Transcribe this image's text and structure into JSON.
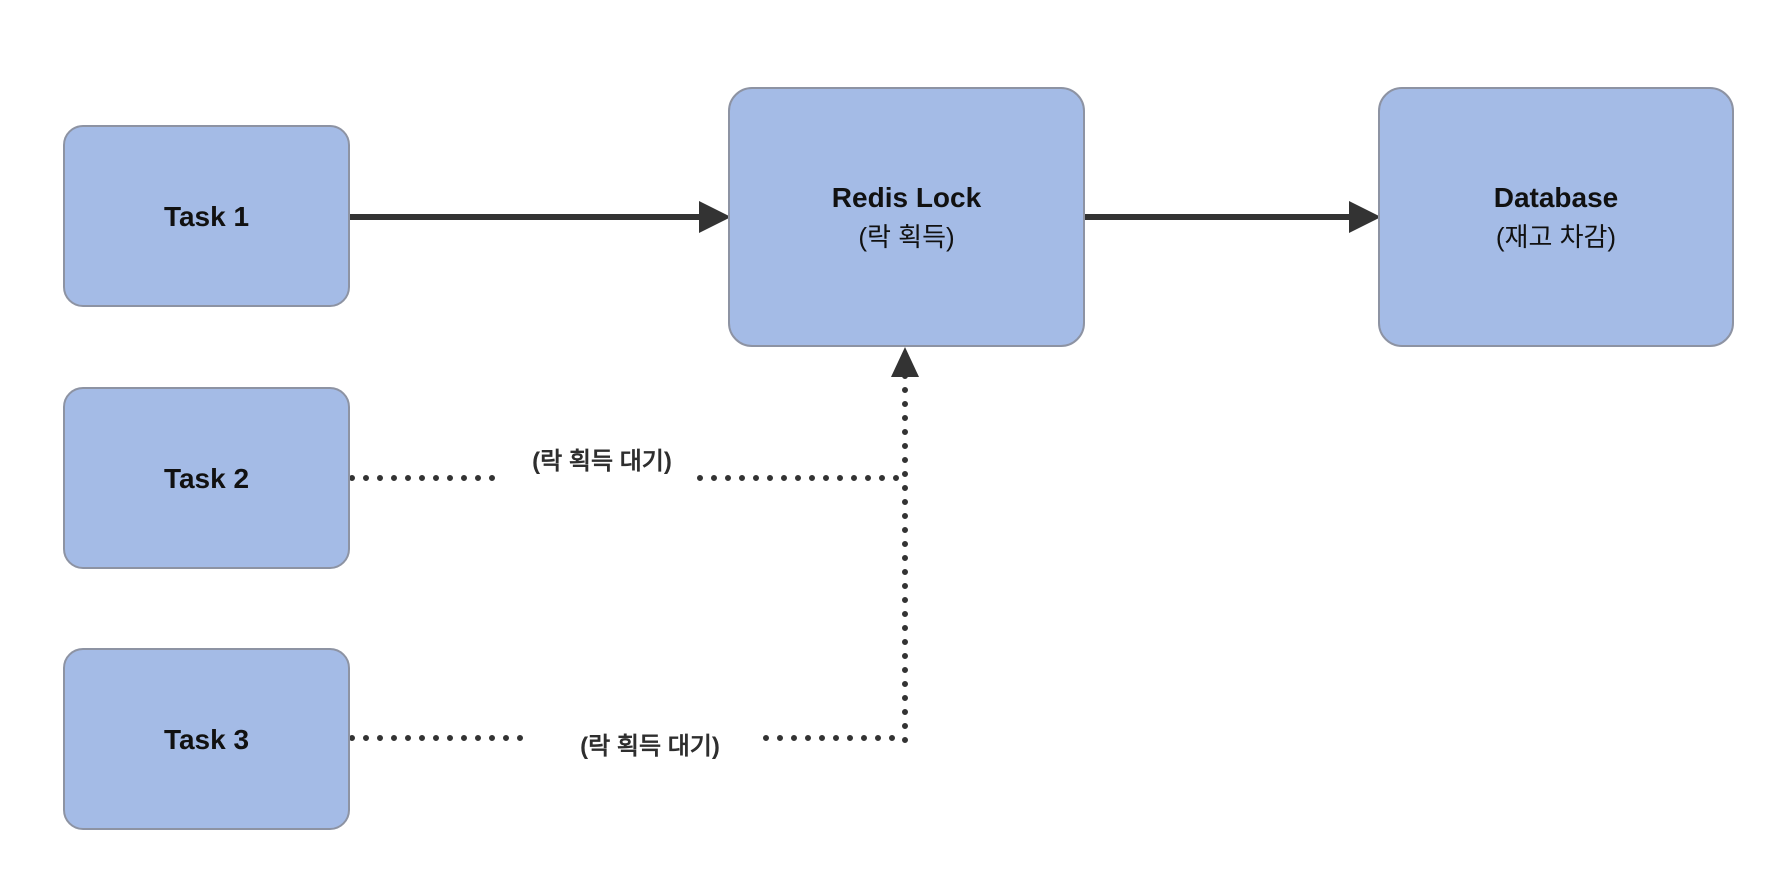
{
  "diagram": {
    "nodes": {
      "task1": {
        "label": "Task 1"
      },
      "task2": {
        "label": "Task 2"
      },
      "task3": {
        "label": "Task 3"
      },
      "redis_lock": {
        "label": "Redis Lock",
        "sublabel": "(락 획득)"
      },
      "database": {
        "label": "Database",
        "sublabel": "(재고 차감)"
      }
    },
    "edges": [
      {
        "from": "task1",
        "to": "redis_lock",
        "style": "solid-arrow",
        "label": ""
      },
      {
        "from": "redis_lock",
        "to": "database",
        "style": "solid-arrow",
        "label": ""
      },
      {
        "from": "task2",
        "to": "redis_lock",
        "style": "dotted-arrow",
        "label": "(락 획득 대기)"
      },
      {
        "from": "task3",
        "to": "redis_lock",
        "style": "dotted-arrow",
        "label": "(락 획득 대기)"
      }
    ],
    "colors": {
      "node_fill": "#a4bbe6",
      "node_border": "#8d93a3",
      "connector": "#333333",
      "text": "#111111",
      "canvas_bg": "#ffffff"
    }
  }
}
